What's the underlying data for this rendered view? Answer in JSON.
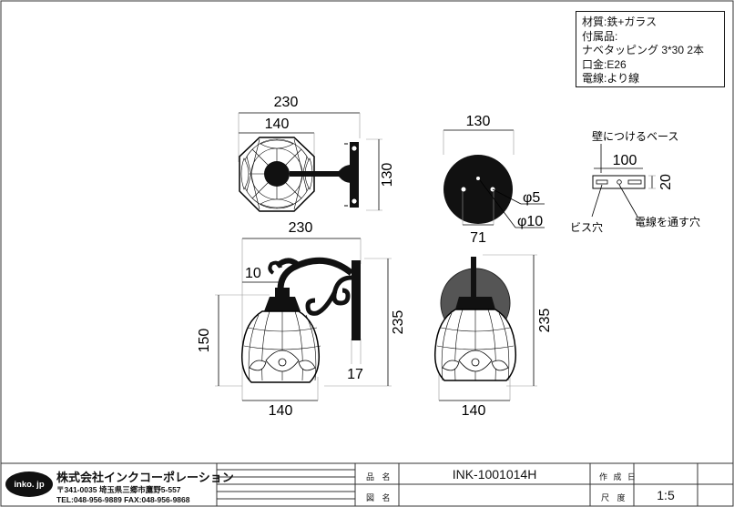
{
  "spec": {
    "material": "材質:鉄+ガラス",
    "accessories": "付属品:",
    "screws": "ナベタッピング 3*30 2本",
    "socket": "口金:E26",
    "wire": "電線:より線"
  },
  "dims": {
    "top_width": "230",
    "top_shade": "140",
    "top_height": "130",
    "base_width": "130",
    "base_pitch": "71",
    "hole_small": "φ5",
    "hole_large": "φ10",
    "plate_width": "100",
    "plate_height": "20",
    "side_width": "230",
    "side_arm": "10",
    "side_height": "150",
    "side_total": "235",
    "side_depth": "17",
    "side_shade": "140",
    "front_total": "235",
    "front_shade": "140"
  },
  "plate": {
    "label": "壁につけるベース",
    "screw_hole": "ビス穴",
    "wire_hole": "電線を通す穴"
  },
  "title_block": {
    "logo": "inko. jp",
    "company": "株式会社インクコーポレーション",
    "address": "〒341-0035 埼玉県三郷市鷹野5-557",
    "tel": "TEL:048-956-9889  FAX:048-956-9868",
    "name_label": "品 名",
    "name_value": "INK-1001014H",
    "drawing_label": "図 名",
    "date_label": "作 成 日",
    "scale_label": "尺 度",
    "scale_value": "1:5"
  }
}
